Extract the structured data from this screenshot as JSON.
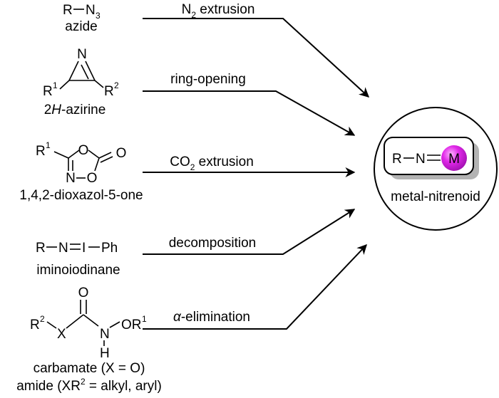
{
  "sources": [
    {
      "structure": {
        "r": "R",
        "n3": "N",
        "sub3": "3"
      },
      "name": "azide",
      "arrow_label": {
        "pre": "N",
        "sub": "2",
        "post": " extrusion"
      }
    },
    {
      "structure": {
        "n": "N",
        "r1": "R",
        "sup1": "1",
        "r2": "R",
        "sup2": "2"
      },
      "name": {
        "pre": "2",
        "italic": "H",
        "post": "-azirine"
      },
      "arrow_label": "ring-opening"
    },
    {
      "structure": {
        "r1": "R",
        "sup1": "1",
        "o_ring": "O",
        "o_exo": "O",
        "n": "N",
        "o_n": "O"
      },
      "name": "1,4,2-dioxazol-5-one",
      "arrow_label": {
        "pre": "CO",
        "sub": "2",
        "post": " extrusion"
      }
    },
    {
      "structure": {
        "r": "R",
        "n": "N",
        "i": "I",
        "ph": "Ph"
      },
      "name": "iminoiodinane",
      "arrow_label": "decomposition"
    },
    {
      "structure": {
        "r2": "R",
        "sup2": "2",
        "x": "X",
        "o_top": "O",
        "n": "N",
        "h": "H",
        "or": "OR",
        "sup1": "1"
      },
      "name": [
        "carbamate (X = O)",
        "amide (XR",
        "2",
        " = alkyl, aryl)"
      ],
      "arrow_label": {
        "greek": "α",
        "post": "-elimination"
      }
    }
  ],
  "target": {
    "r": "R",
    "n": "N",
    "metal": "M",
    "name": "metal-nitrenoid",
    "metal_color": "#e028e8"
  }
}
